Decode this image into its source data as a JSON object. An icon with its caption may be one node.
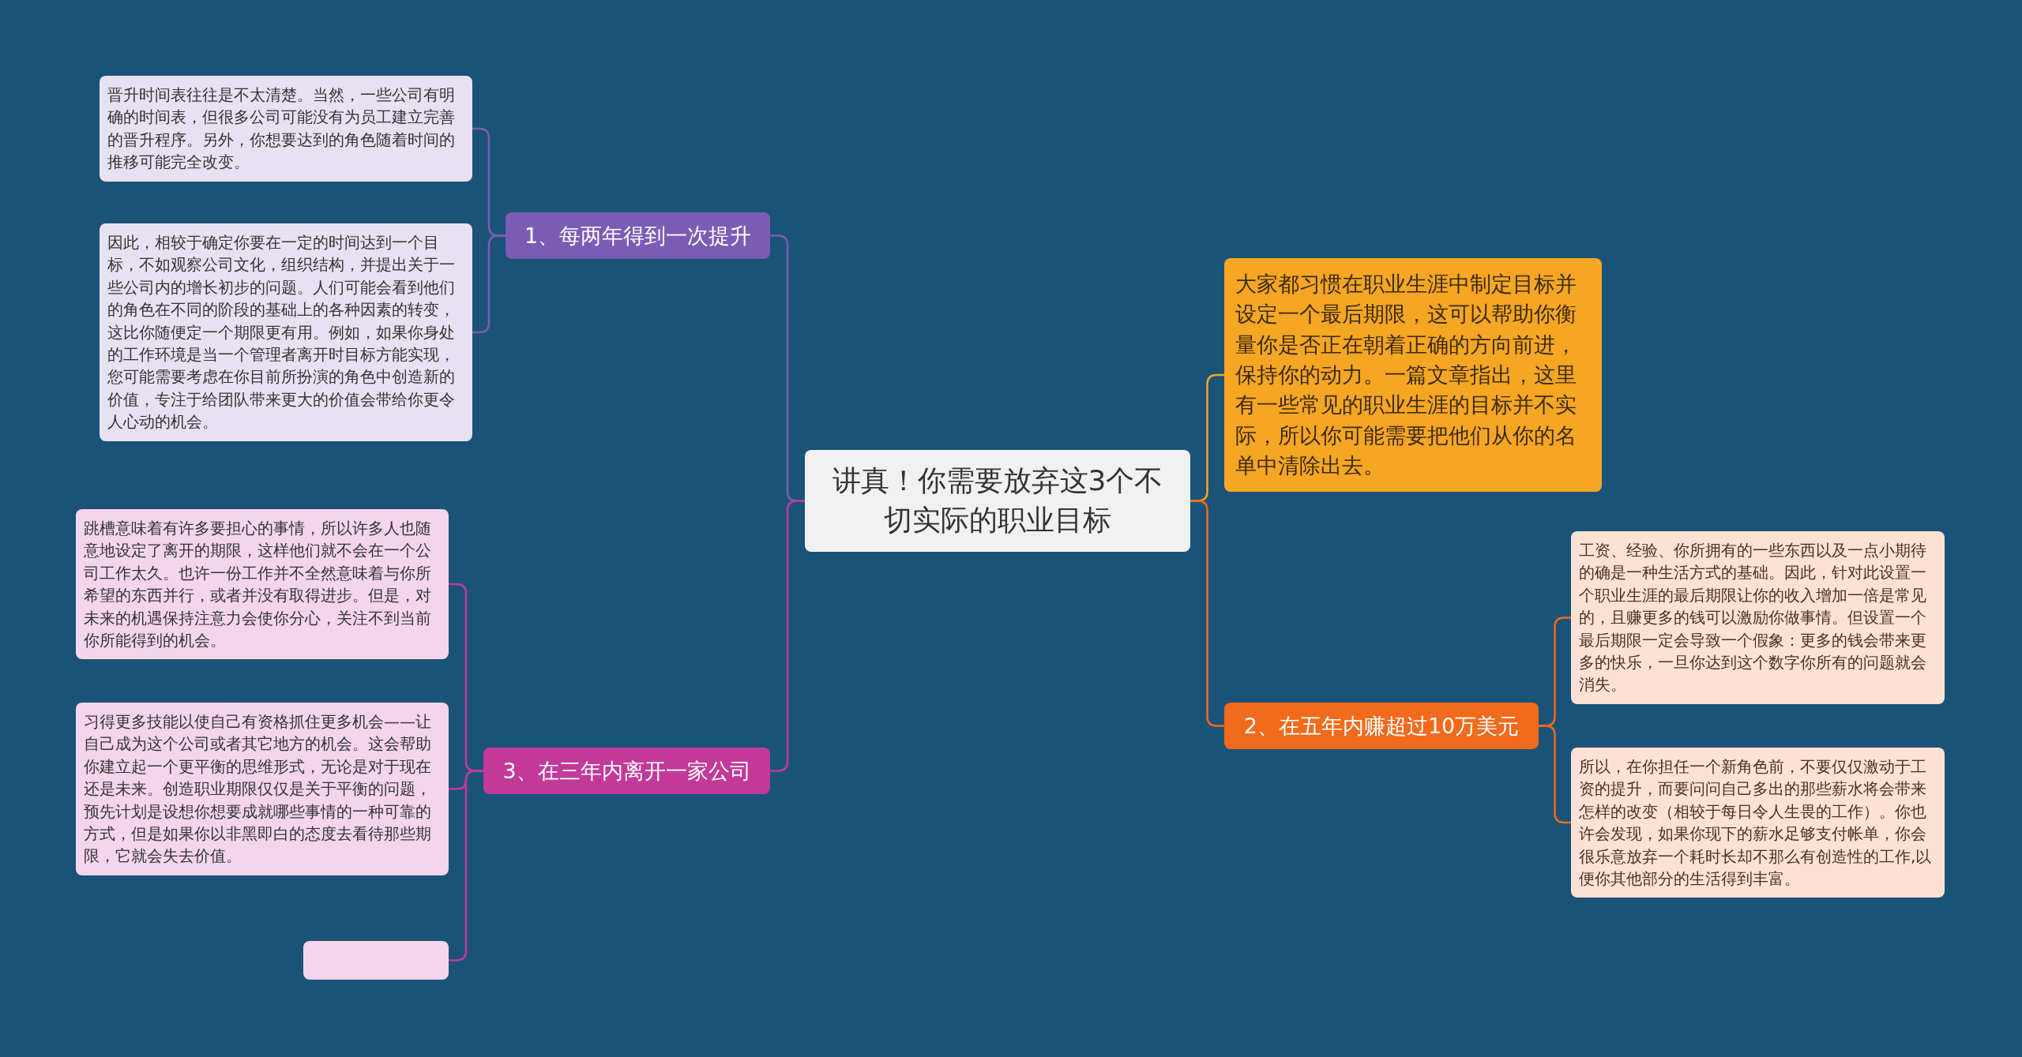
{
  "diagram": {
    "nodes": [
      {
        "text": [
          "讲真！你需要放弃这3个不切实际的职业目标"
        ]
      },
      {
        "text": [
          "1、每两年得到一次提升"
        ]
      },
      {
        "text": [
          "晋升时间表往往是不太清楚。当然，一些公司有明确的时间表，但很多公司可能没有为员工建立完善的晋升程序。另外，你想要达到的角色随着时间的推移可能完全改变。"
        ]
      },
      {
        "text": [
          "因此，相较于确定你要在一定的时间达到一个目标，不如观察公司文化，组织结构，并提出关于一些公司内的增长初步的问题。人们可能会看到他们的角色在不同的阶段的基础上的各种因素的转变，这比你随便定一个期限更有用。例如，如果你身处的工作环境是当一个管理者离开时目标方能实现，您可能需要考虑在你目前所扮演的角色中创造新的价值，专注于给团队带来更大的价值会带给你更令人心动的机会。"
        ]
      },
      {
        "text": [
          "大家都习惯在职业生涯中制定目标并设定一个最后期限，这可以帮助你衡量你是否正在朝着正确的方向前进，保持你的动力。一篇文章指出，这里有一些常见的职业生涯的目标并不实际，所以你可能需要把他们从你的名单中清除出去。"
        ]
      },
      {
        "text": [
          "2、在五年内赚超过10万美元"
        ]
      },
      {
        "text": [
          "工资、经验、你所拥有的一些东西以及一点小期待的确是一种生活方式的基础。因此，针对此设置一个职业生涯的最后期限让你的收入增加一倍是常见的，且赚更多的钱可以激励你做事情。但设置一个最后期限一定会导致一个假象：更多的钱会带来更多的快乐，一旦你达到这个数字你所有的问题就会消失。"
        ]
      },
      {
        "text": [
          "所以，在你担任一个新角色前，不要仅仅激动于工资的提升，而要问问自己多出的那些薪水将会带来怎样的改变（相较于每日令人生畏的工作）。你也许会发现，如果你现下的薪水足够支付帐单，你会很乐意放弃一个耗时长却不那么有创造性的工作,以便你其他部分的生活得到丰富。"
        ]
      },
      {
        "text": [
          "3、在三年内离开一家公司"
        ]
      },
      {
        "text": [
          "跳槽意味着有许多要担心的事情，所以许多人也随意地设定了离开的期限，这样他们就不会在一个公司工作太久。也许一份工作并不全然意味着与你所希望的东西并行，或者并没有取得进步。但是，对未来的机遇保持注意力会使你分心，关注不到当前你所能得到的机会。"
        ]
      },
      {
        "text": [
          "习得更多技能以使自己有资格抓住更多机会——让自己成为这个公司或者其它地方的机会。这会帮助你建立起一个更平衡的思维形式，无论是对于现在还是未来。创造职业期限仅仅是关于平衡的问题，预先计划是设想你想要成就哪些事情的一种可靠的方式，但是如果你以非黑即白的态度去看待那些期限，它就会失去价值。"
        ]
      },
      {
        "text": [],
        "shape": "box"
      }
    ],
    "edges": [
      {
        "from": 0,
        "to": 1,
        "arrow": "none",
        "color": "#7b5cb5"
      },
      {
        "from": 1,
        "to": 2,
        "arrow": "none",
        "color": "#7b5cb5"
      },
      {
        "from": 1,
        "to": 3,
        "arrow": "none",
        "color": "#7b5cb5"
      },
      {
        "from": 0,
        "to": 4,
        "arrow": "none",
        "color": "#f5a623"
      },
      {
        "from": 0,
        "to": 5,
        "arrow": "none",
        "color": "#f26a1b"
      },
      {
        "from": 5,
        "to": 6,
        "arrow": "none",
        "color": "#f26a1b"
      },
      {
        "from": 5,
        "to": 7,
        "arrow": "none",
        "color": "#f26a1b"
      },
      {
        "from": 0,
        "to": 8,
        "arrow": "none",
        "color": "#c2399a"
      },
      {
        "from": 8,
        "to": 9,
        "arrow": "none",
        "color": "#c2399a"
      },
      {
        "from": 8,
        "to": 10,
        "arrow": "none",
        "color": "#c2399a"
      },
      {
        "from": 8,
        "to": 11,
        "arrow": "none",
        "color": "#c2399a"
      }
    ]
  }
}
